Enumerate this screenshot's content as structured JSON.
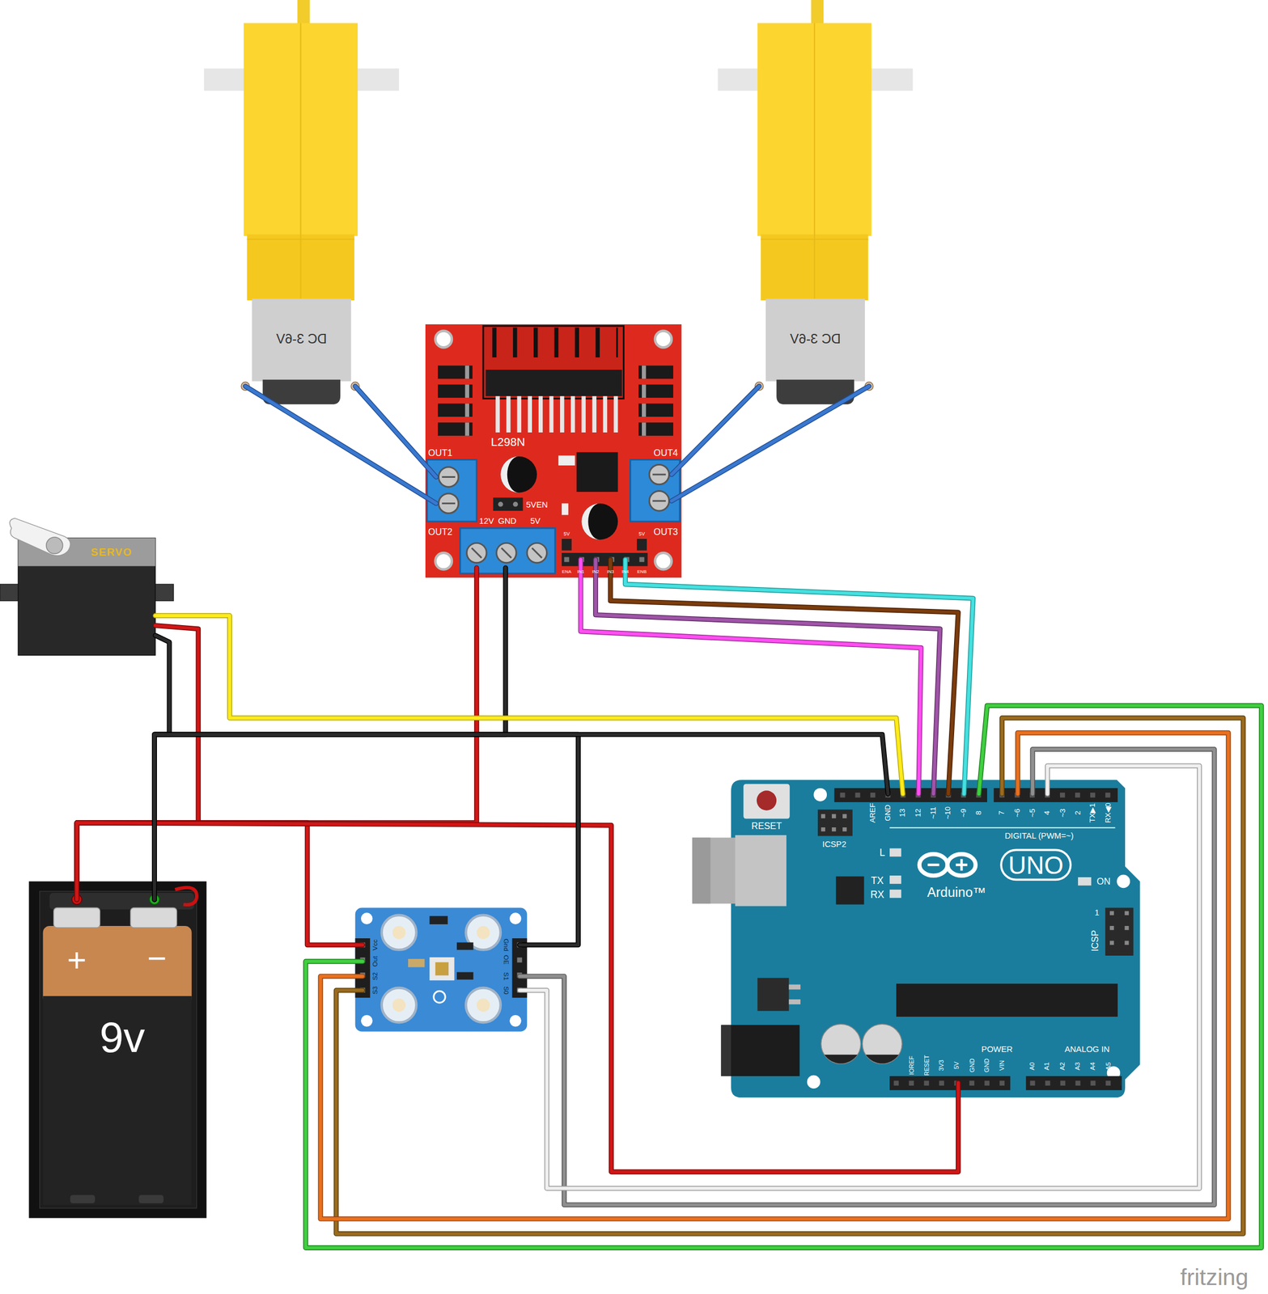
{
  "diagram": {
    "nodes": [
      {
        "text": [
          "DC 3-6V"
        ]
      },
      {
        "text": [
          "DC 3-6V"
        ]
      },
      {
        "text": [
          "L298N",
          "OUT1",
          "OUT4",
          "OUT2",
          "OUT3",
          "5VEN",
          "12V",
          "GND",
          "5V",
          "5V",
          "5V",
          "ENA",
          "IN1",
          "IN2",
          "IN3",
          "IN4",
          "ENB"
        ]
      },
      {
        "text": [
          "SERVO"
        ]
      },
      {
        "text": [
          "+",
          "−",
          "9v"
        ]
      },
      {
        "text": [
          "Vcc",
          "Out",
          "S2",
          "S3",
          "Gnd",
          "OE",
          "S1",
          "S0"
        ]
      },
      {
        "text": [
          "RESET",
          "ICSP2",
          "AREF",
          "GND",
          "13",
          "12",
          "~11",
          "~10",
          "~9",
          "8",
          "7",
          "~6",
          "~5",
          "4",
          "~3",
          "2",
          "TX▶1",
          "RX◀0",
          "DIGITAL (PWM=~)",
          "L",
          "TX",
          "RX",
          "UNO",
          "Arduino™",
          "ON",
          "1",
          "ICSP",
          "POWER",
          "IOREF",
          "RESET",
          "3V3",
          "5V",
          "GND",
          "GND",
          "VIN",
          "ANALOG IN",
          "A0",
          "A1",
          "A2",
          "A3",
          "A4",
          "A5"
        ]
      }
    ],
    "edges": [
      {
        "from": 0,
        "to": 2,
        "arrow": "none"
      },
      {
        "from": 0,
        "to": 2,
        "arrow": "none"
      },
      {
        "from": 1,
        "to": 2,
        "arrow": "none"
      },
      {
        "from": 1,
        "to": 2,
        "arrow": "none"
      },
      {
        "from": 4,
        "to": 2,
        "arrow": "none"
      },
      {
        "from": 4,
        "to": 3,
        "arrow": "none"
      },
      {
        "from": 4,
        "to": 5,
        "arrow": "none"
      },
      {
        "from": 4,
        "to": 6,
        "arrow": "none"
      },
      {
        "from": 4,
        "to": 2,
        "arrow": "none"
      },
      {
        "from": 4,
        "to": 3,
        "arrow": "none"
      },
      {
        "from": 4,
        "to": 5,
        "arrow": "none"
      },
      {
        "from": 4,
        "to": 6,
        "arrow": "none"
      },
      {
        "from": 3,
        "to": 6,
        "arrow": "none"
      },
      {
        "from": 2,
        "to": 6,
        "arrow": "none"
      },
      {
        "from": 2,
        "to": 6,
        "arrow": "none"
      },
      {
        "from": 2,
        "to": 6,
        "arrow": "none"
      },
      {
        "from": 2,
        "to": 6,
        "arrow": "none"
      },
      {
        "from": 6,
        "to": 5,
        "arrow": "none"
      },
      {
        "from": 6,
        "to": 5,
        "arrow": "none"
      },
      {
        "from": 6,
        "to": 5,
        "arrow": "none"
      },
      {
        "from": 6,
        "to": 5,
        "arrow": "none"
      },
      {
        "from": 6,
        "to": 5,
        "arrow": "none"
      }
    ],
    "labels": [
      "fritzing"
    ]
  }
}
